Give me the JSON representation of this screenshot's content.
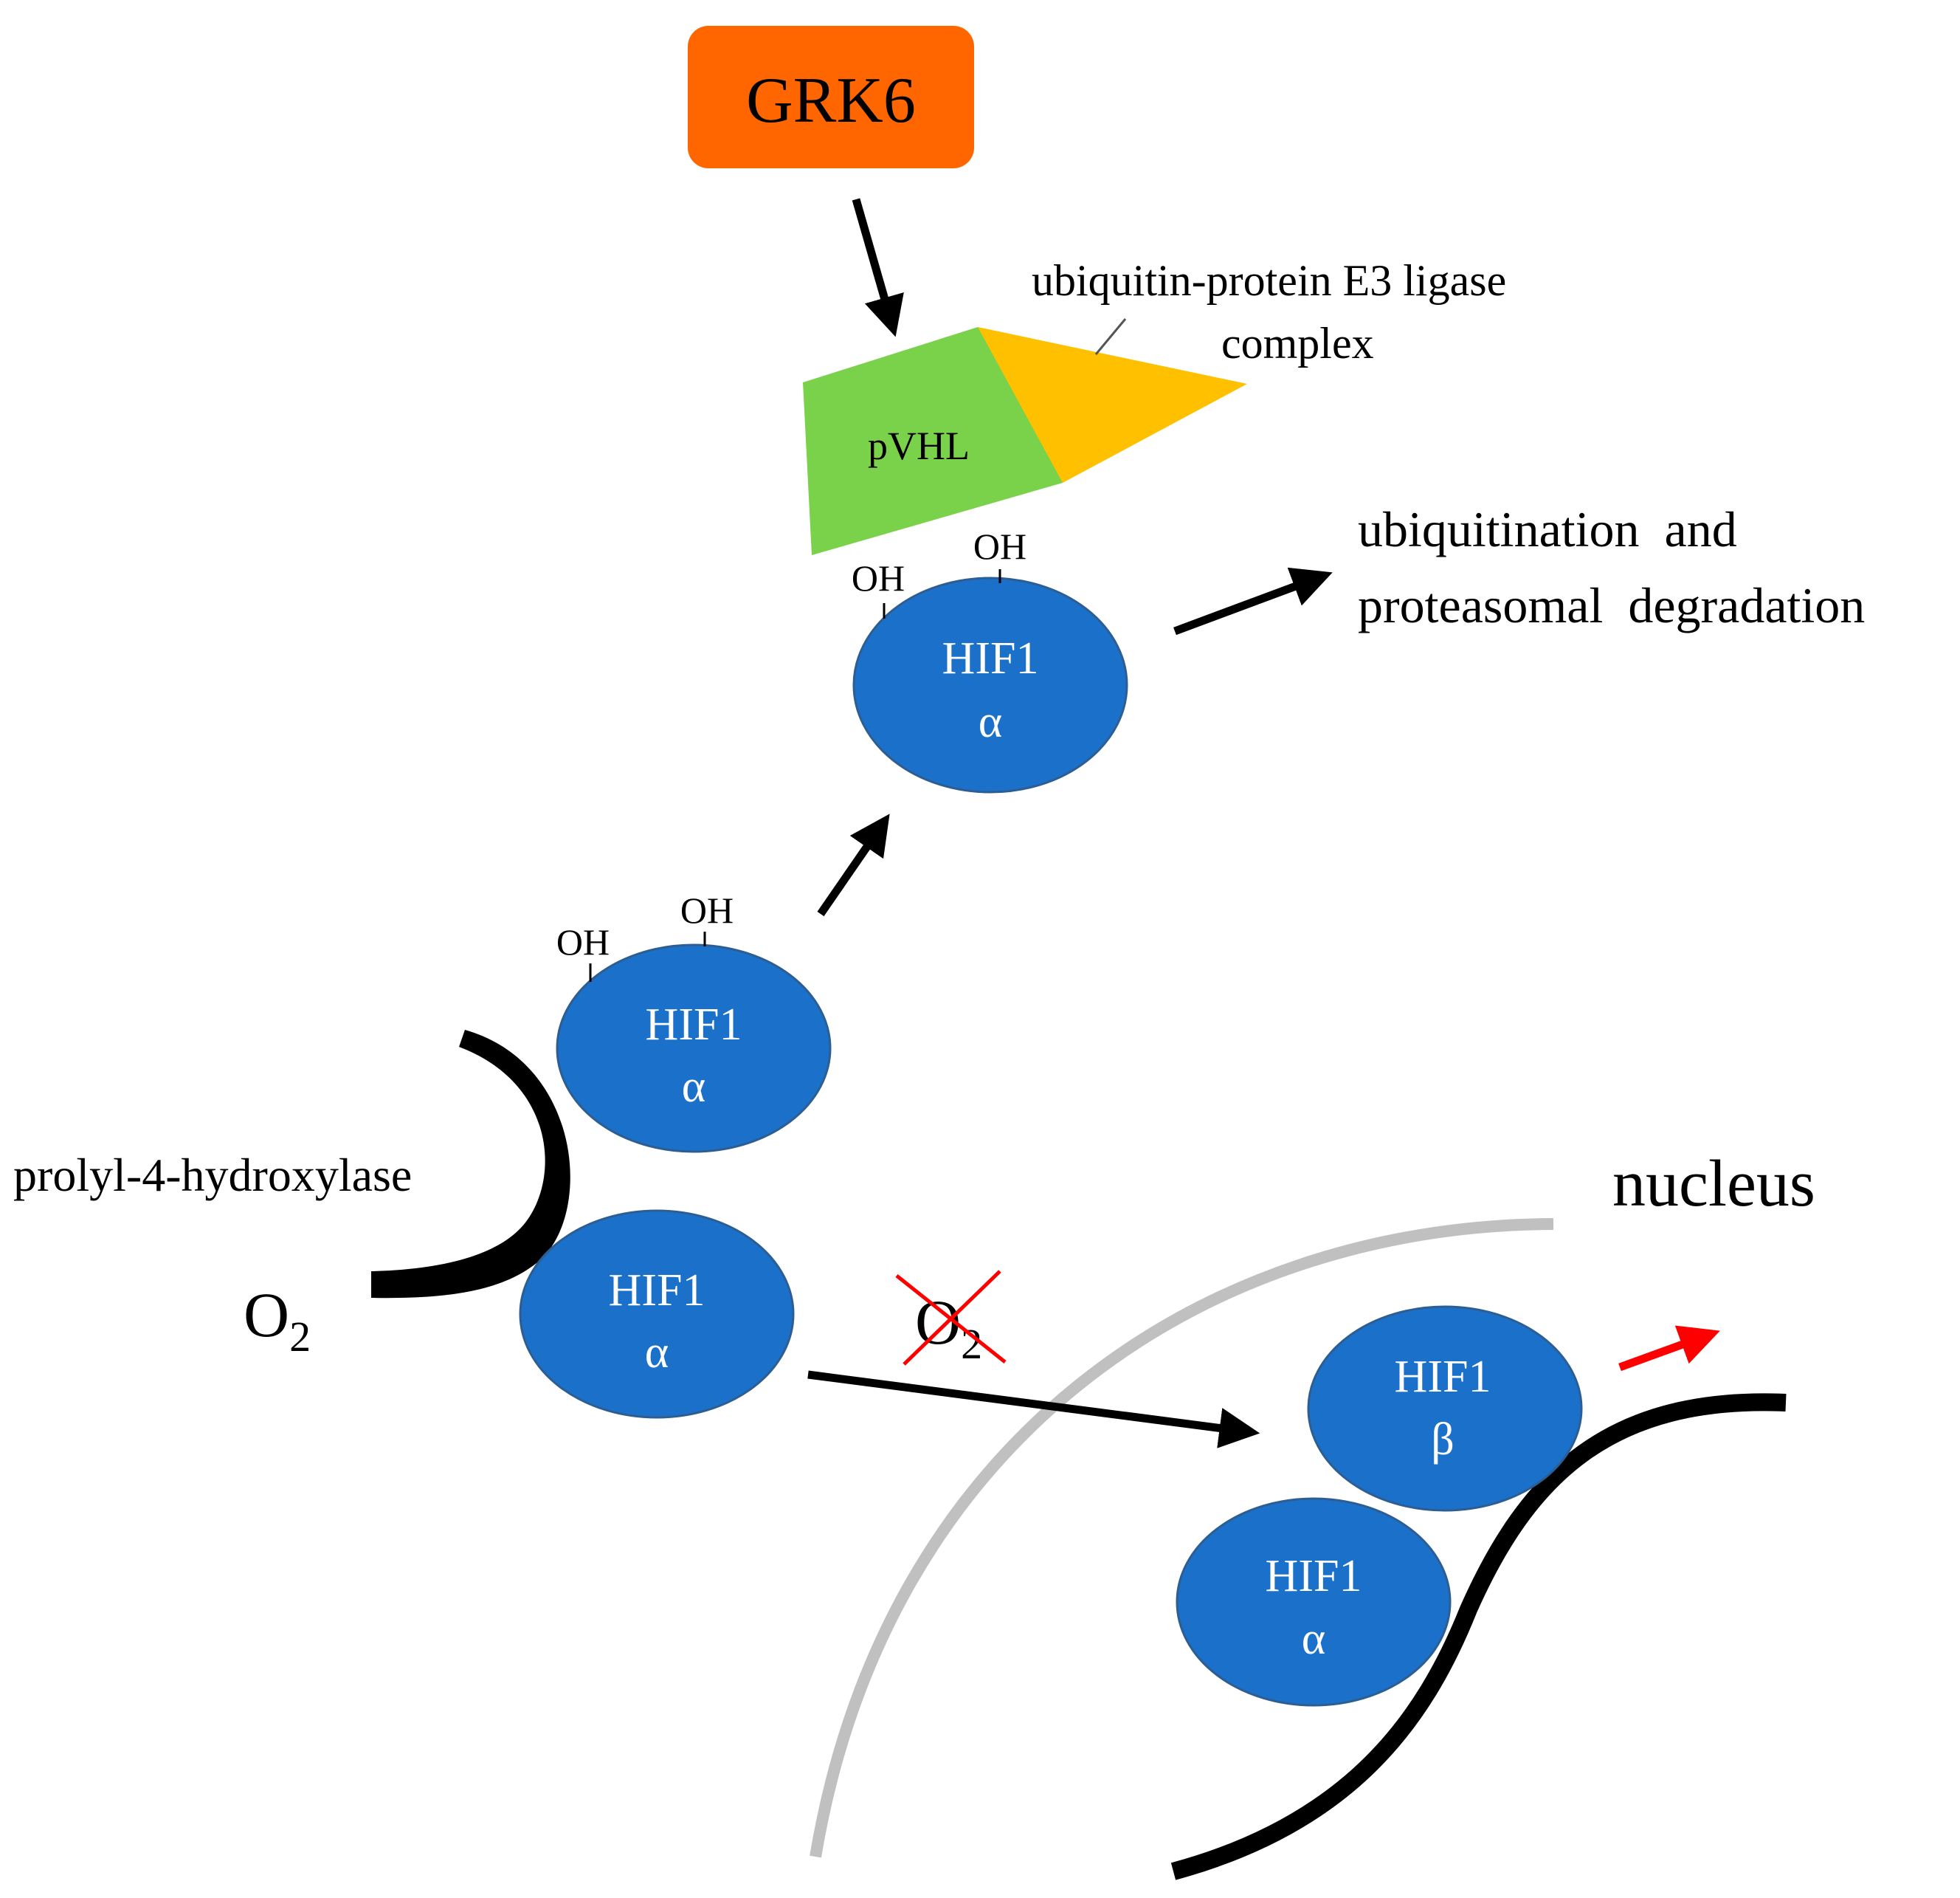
{
  "colors": {
    "grk6_fill": "#FF6600",
    "pvhl_fill": "#7AD14A",
    "e3_fill": "#FFC000",
    "hif_fill": "#1B70C9",
    "hif_stroke": "#2C5E93",
    "nucleus_membrane": "#C0C0C0",
    "arrow": "#000000",
    "transcription_arrow": "#FF0000",
    "cross_out": "#FF0000",
    "dna": "#000000"
  },
  "nodes": {
    "grk6": "GRK6",
    "pvhl": "pVHL",
    "e3_ligase_line1": "ubiquitin-protein E3 ligase",
    "e3_ligase_line2": "complex",
    "hif_top": {
      "line1": "HIF1",
      "line2": "α",
      "oh_left": "OH",
      "oh_right": "OH"
    },
    "hif_mid": {
      "line1": "HIF1",
      "line2": "α",
      "oh_left": "OH",
      "oh_right": "OH"
    },
    "hif_low": {
      "line1": "HIF1",
      "line2": "α"
    },
    "hif_beta": {
      "line1": "HIF1",
      "line2": "β"
    },
    "hif_nuc_alpha": {
      "line1": "HIF1",
      "line2": "α"
    }
  },
  "labels": {
    "degradation_line1": "ubiquitination  and",
    "degradation_line2": "proteasomal  degradation",
    "hydroxylase": "prolyl-4-hydroxylase",
    "oxygen": "O",
    "oxygen_sub": "2",
    "oxygen_absent": "O",
    "oxygen_absent_sub": "2",
    "nucleus": "nucleus"
  }
}
